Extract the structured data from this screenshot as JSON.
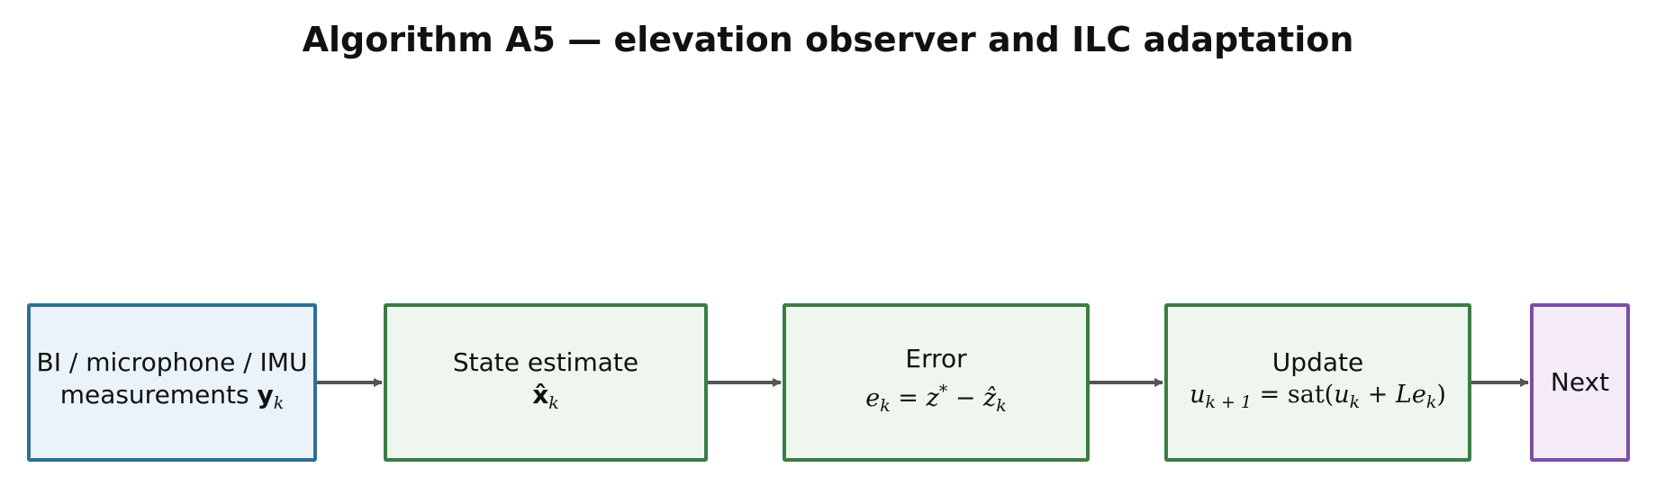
{
  "diagram": {
    "title": "Algorithm A5 — elevation observer and ILC adaptation",
    "nodes": {
      "measurements": {
        "line1": "BI / microphone / IMU",
        "line2_text": "measurements ",
        "symbol": "y",
        "subscript": "k"
      },
      "state_estimate": {
        "label": "State estimate",
        "symbol": "x̂",
        "subscript": "k"
      },
      "error": {
        "label": "Error",
        "lhs": "e",
        "lhs_sub": "k",
        "equals": " = ",
        "ref": "z",
        "ref_sup": "*",
        "minus": " − ",
        "est": "ẑ",
        "est_sub": "k"
      },
      "update": {
        "label": "Update",
        "lhs": "u",
        "lhs_sub": "k + 1",
        "equals": " = ",
        "func": "sat(",
        "arg1": "u",
        "arg1_sub": "k",
        "plus": " + ",
        "gain": "Le",
        "gain_sub": "k",
        "close": ")"
      },
      "next": {
        "label": "Next"
      }
    },
    "colors": {
      "sensor_border": "#2f6f95",
      "sensor_fill": "#eaf3f9",
      "process_border": "#3a7d44",
      "process_fill": "#eef6ee",
      "terminal_border": "#7b4fa6",
      "terminal_fill": "#f4eaf8",
      "arrow": "#555555"
    }
  }
}
